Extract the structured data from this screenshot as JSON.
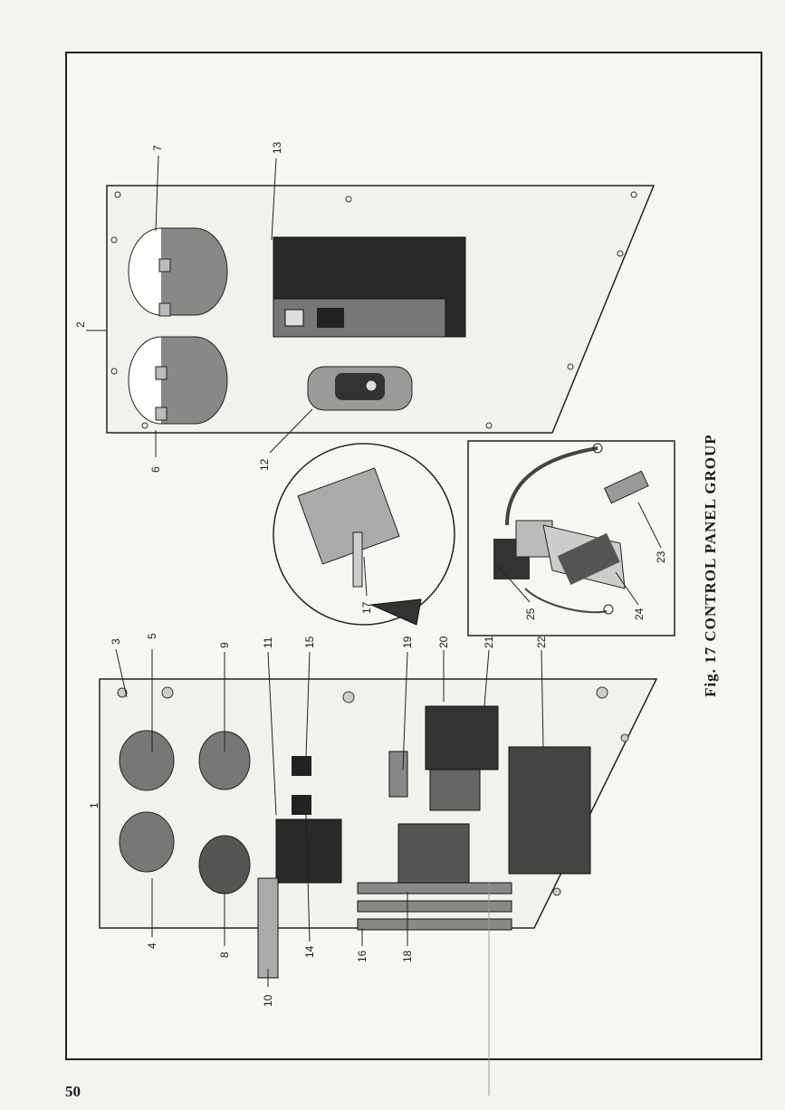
{
  "page_number": "50",
  "caption": "Fig. 17 CONTROL PANEL GROUP",
  "callouts": [
    "1",
    "2",
    "3",
    "4",
    "5",
    "6",
    "7",
    "8",
    "9",
    "10",
    "11",
    "12",
    "13",
    "14",
    "15",
    "16",
    "17",
    "18",
    "19",
    "20",
    "21",
    "22",
    "23",
    "24",
    "25"
  ]
}
